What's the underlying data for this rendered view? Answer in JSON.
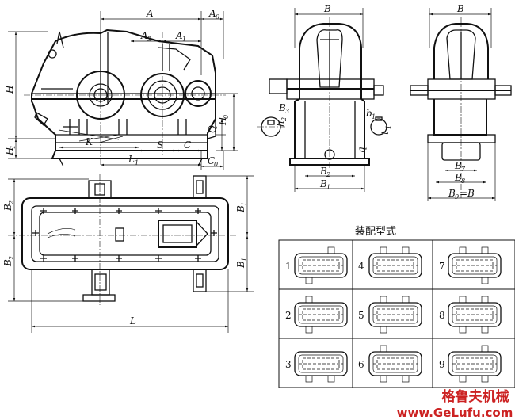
{
  "table": {
    "title": "装配型式",
    "cells": [
      "1",
      "2",
      "3",
      "4",
      "5",
      "6",
      "7",
      "8",
      "9"
    ]
  },
  "watermark": {
    "cn": "格鲁夫机械",
    "url": "www.GeLufu.com",
    "color": "#cc2222"
  },
  "dims": {
    "front": {
      "A": "A",
      "A0": "A",
      "A0s": "0",
      "A1": "A",
      "A1s": "1",
      "A2": "A",
      "A2s": "2",
      "H": "H",
      "H1": "H",
      "H1s": "1",
      "H0": "H",
      "H0s": "0",
      "Q": "Q",
      "K": "K",
      "S": "S",
      "C": "C",
      "L1": "L",
      "L1s": "1",
      "C0": "C",
      "C0s": "0"
    },
    "side": {
      "B": "B",
      "B3": "B",
      "B3s": "3",
      "h2": "h",
      "h2s": "2",
      "b1": "b",
      "b1s": "1",
      "t1": "t",
      "t1s": "1",
      "q": "q",
      "B2": "B",
      "B2s": "2",
      "B1": "B",
      "B1s": "1"
    },
    "end": {
      "B": "B",
      "B7": "B",
      "B7s": "7",
      "B8": "B",
      "B8s": "8",
      "B9": "B",
      "B9s": "9",
      "B9eq": "=B"
    },
    "plan": {
      "B2a": "B",
      "B2as": "2",
      "B2b": "B",
      "B2bs": "2",
      "B1a": "B",
      "B1as": "1",
      "B1b": "B",
      "B1bs": "1",
      "L": "L"
    }
  }
}
